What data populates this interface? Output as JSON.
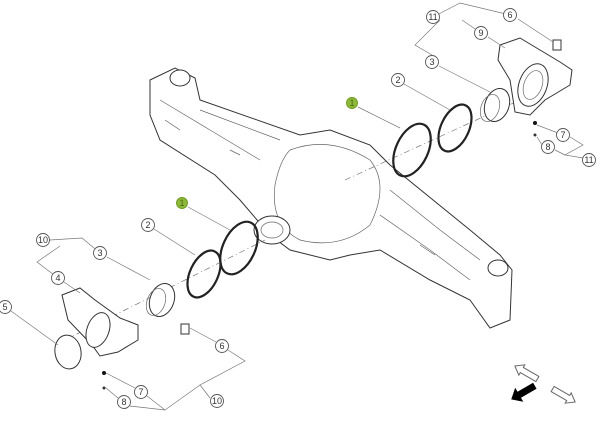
{
  "diagram": {
    "callouts_right": [
      "11",
      "6",
      "9",
      "3",
      "2",
      "1",
      "7",
      "8",
      "11"
    ],
    "callouts_left": [
      "10",
      "3",
      "2",
      "1",
      "4",
      "5",
      "6",
      "7",
      "8",
      "10"
    ],
    "highlight_color": "#8db83a"
  },
  "navigation": {
    "icons": [
      "arrow-up-left-icon",
      "arrow-down-left-active-icon",
      "arrow-down-right-icon"
    ]
  }
}
